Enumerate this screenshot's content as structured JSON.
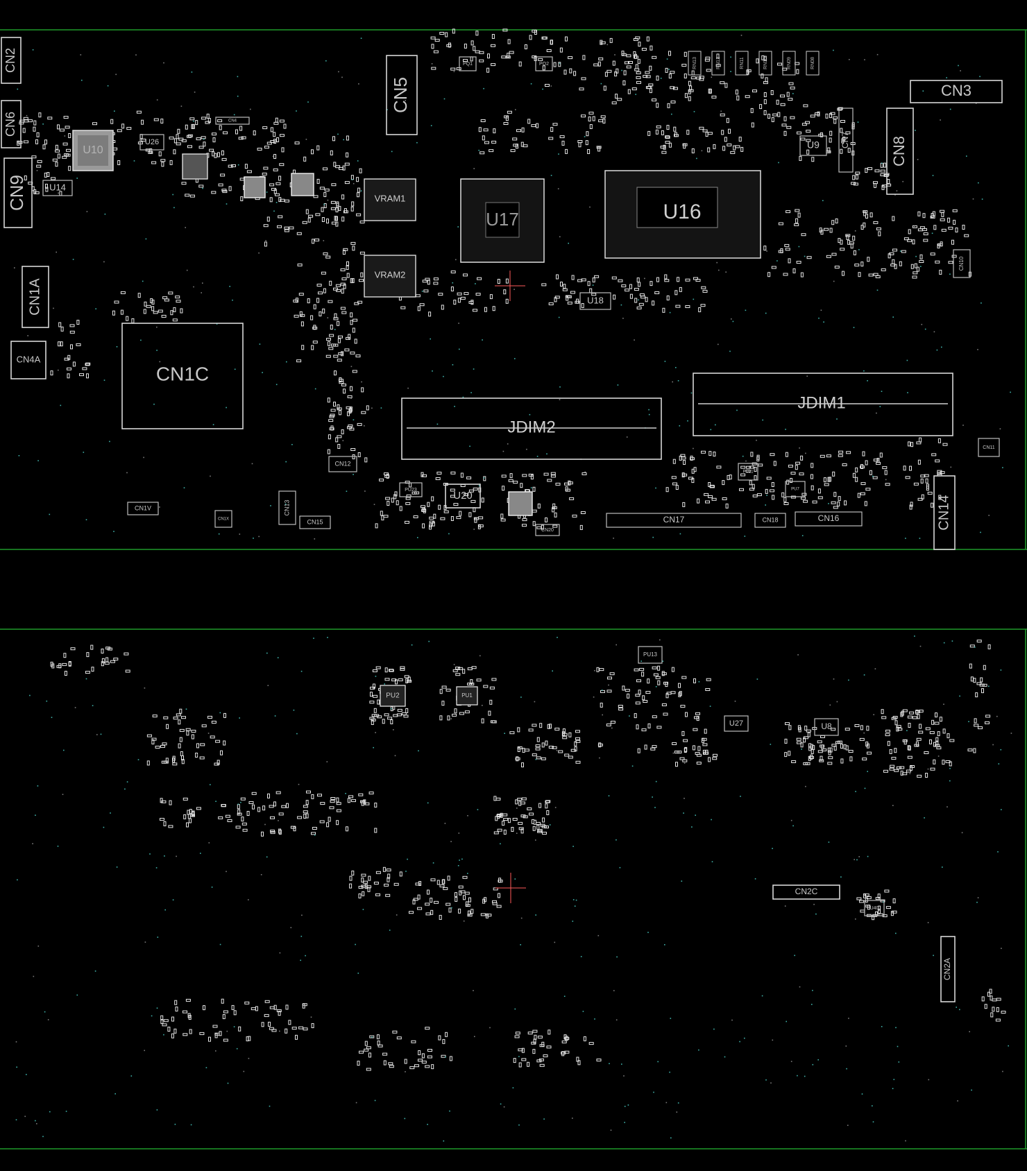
{
  "colors": {
    "background": "#000000",
    "board_edge": "#1f9a2a",
    "outline": "#d8d8d8",
    "pad": "#e6e6e6",
    "via": "#3fb0a8",
    "cross": "#ff5a5a"
  },
  "top_side": {
    "connectors": {
      "cn2": "CN2",
      "cn6": "CN6",
      "cn9": "CN9",
      "cn5": "CN5",
      "cn3": "CN3",
      "cn7": "CN7",
      "cn8": "CN8",
      "cn1a": "CN1A",
      "cn4a": "CN4A",
      "cn1c": "CN1C",
      "cn12": "CN12",
      "cn13": "CN13",
      "cn15": "CN15",
      "cn1v": "CN1V",
      "cn1x": "CN1X",
      "cn17": "CN17",
      "cn18": "CN18",
      "cn16": "CN16",
      "cn14": "CN14",
      "cn11": "CN11",
      "cn10": "CN10",
      "cn20": "CN20",
      "cn4": "CN4"
    },
    "chips": {
      "u10": "U10",
      "u26": "U26",
      "u14": "U14",
      "vram1": "VRAM1",
      "vram2": "VRAM2",
      "u17": "U17",
      "u16": "U16",
      "u9": "U9",
      "u18": "U18",
      "u20": "U20",
      "pu23": "PU23",
      "pq1": "PQ1",
      "pq2": "PQ2",
      "pu21": "PU21",
      "pu7": "PU7"
    },
    "slots": {
      "jdim1": "JDIM1",
      "jdim2": "JDIM2"
    },
    "resistor_arrays": [
      "RN13",
      "RN12",
      "RN11",
      "RN10",
      "RN09",
      "RN08"
    ]
  },
  "bottom_side": {
    "connectors": {
      "cn2c": "CN2C",
      "cn2a": "CN2A"
    },
    "chips": {
      "pu2": "PU2",
      "pu1": "PU1",
      "pu13": "PU13",
      "u27": "U27",
      "u8": "U8",
      "u40": "U40"
    }
  }
}
